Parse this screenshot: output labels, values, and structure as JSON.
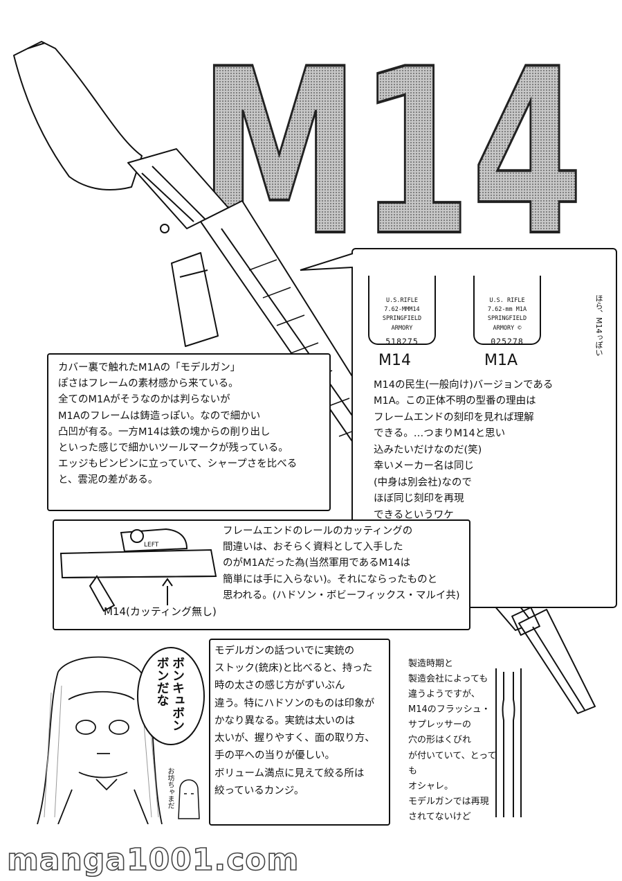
{
  "title": "M14",
  "plates": {
    "m14": {
      "lines": [
        "U.S.RIFLE",
        "7.62-MMM14",
        "SPRINGFIELD",
        "ARMORY"
      ],
      "serial": "518275",
      "label": "M14"
    },
    "m1a": {
      "lines": [
        "U.S. RIFLE",
        "7.62-mm M1A",
        "SPRINGFIELD",
        "ARMORY ©"
      ],
      "serial": "025278",
      "label": "M1A"
    },
    "side_note": "ほら、M14っぽい"
  },
  "text_cover": "カバー裏で触れたM1Aの「モデルガン」\nぽさはフレームの素材感から来ている。\n全てのM1Aがそうなのかは判らないが\nM1Aのフレームは鋳造っぽい。なので細かい\n凸凹が有る。一方M14は鉄の塊からの削り出し\nといった感じで細かいツールマークが残っている。\nエッジもピンピンに立っていて、シャープさを比べる\nと、雲泥の差がある。",
  "text_m1a": "M14の民生(一般向け)バージョンである\nM1A。この正体不明の型番の理由は\nフレームエンドの刻印を見れば理解\nできる。…つまりM14と思い\n込みたいだけなのだ(笑)\n幸いメーカー名は同じ\n(中身は別会社)なので\nほぼ同じ刻印を再現\nできるというワケ",
  "text_rail": "フレームエンドのレールのカッティングの\n間違いは、おそらく資料として入手した\nのがM1Aだった為(当然軍用であるM14は\n簡単には手に入らない)。それにならったものと\n思われる。(ハドソン・ボビーフィックス・マルイ共)",
  "rail_caption": "M14(カッティング無し)",
  "rail_marking": "LEFT",
  "text_stock": "モデルガンの話ついでに実銃の\nストック(銃床)と比べると、持った\n時の太さの感じ方がずいぶん\n違う。特にハドソンのものは印象が\nかなり異なる。実銃は太いのは\n太いが、握りやすく、面の取り方、\n手の平への当りが優しい。\nボリューム満点に見えて絞る所は\n絞っているカンジ。",
  "speech": "ボンキュボンボンだな",
  "small_char_note": "お坊ちゃまだ",
  "text_suppressor": "製造時期と\n製造会社によっても\n違うようですが、\nM14のフラッシュ・\nサプレッサーの\n穴の形はくびれ\nが付いていて、とっても\nオシャレ。\nモデルガンでは再現\nされてないけど",
  "watermark": "manga1001.com"
}
